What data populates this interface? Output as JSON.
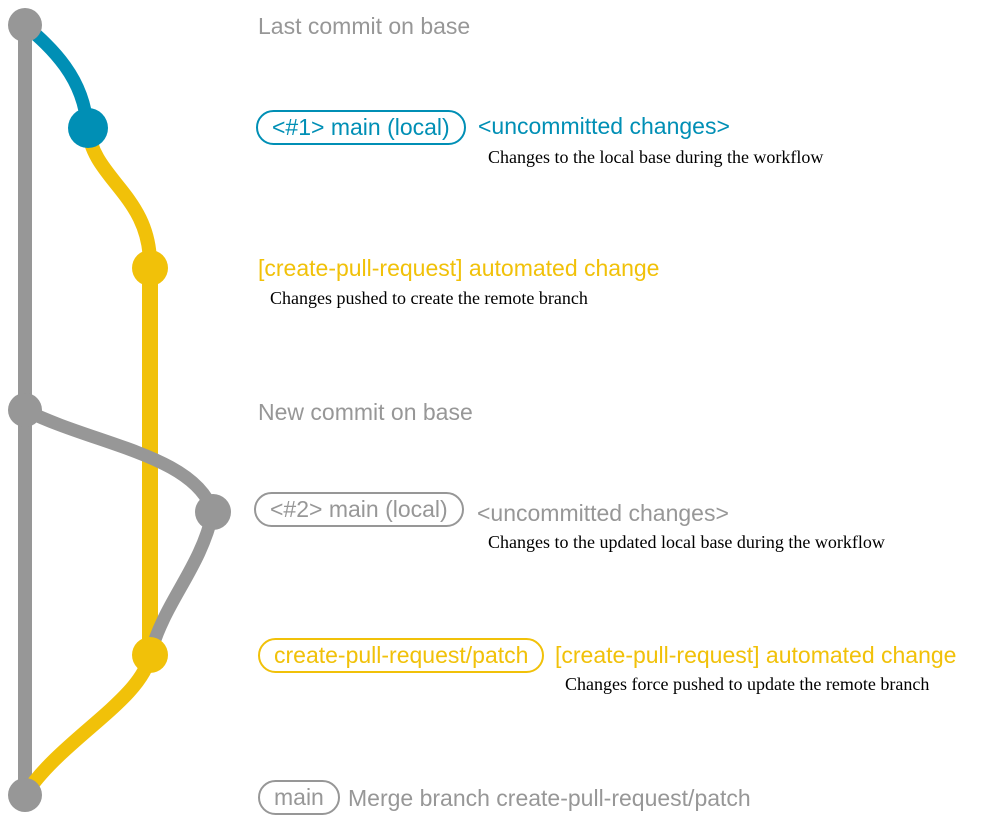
{
  "colors": {
    "gray": "#979797",
    "blue": "#008fb5",
    "yellow": "#f1c109",
    "note_text": "#000000",
    "background": "#ffffff"
  },
  "graph": {
    "description": "Git commit graph showing base branch (gray), local main (blue), and create-pull-request/patch branch (yellow)",
    "branches": [
      {
        "id": "base",
        "color_key": "gray"
      },
      {
        "id": "main-local",
        "color_key": "blue"
      },
      {
        "id": "create-pull-request-patch",
        "color_key": "yellow"
      }
    ],
    "commits": [
      {
        "id": "last-commit-on-base",
        "color_key": "gray"
      },
      {
        "id": "main-local-1",
        "color_key": "blue"
      },
      {
        "id": "patch-commit-1",
        "color_key": "yellow"
      },
      {
        "id": "new-commit-on-base",
        "color_key": "gray"
      },
      {
        "id": "main-local-2",
        "color_key": "gray"
      },
      {
        "id": "patch-commit-2",
        "color_key": "yellow"
      },
      {
        "id": "merge-commit",
        "color_key": "gray"
      }
    ]
  },
  "rows": {
    "last_commit": {
      "label": "Last commit on base"
    },
    "uncommitted1": {
      "badge": "<#1> main (local)",
      "label": "<uncommitted changes>",
      "note": "Changes to the local base during the workflow"
    },
    "automated1": {
      "label": "[create-pull-request] automated change",
      "note": "Changes pushed to create the remote branch"
    },
    "new_commit": {
      "label": "New commit on base"
    },
    "uncommitted2": {
      "badge": "<#2> main (local)",
      "label": "<uncommitted changes>",
      "note": "Changes to the updated local base during the workflow"
    },
    "automated2": {
      "badge": "create-pull-request/patch",
      "label": "[create-pull-request] automated change",
      "note": "Changes force pushed to update the remote branch"
    },
    "merge": {
      "badge": "main",
      "label": "Merge branch create-pull-request/patch"
    }
  }
}
